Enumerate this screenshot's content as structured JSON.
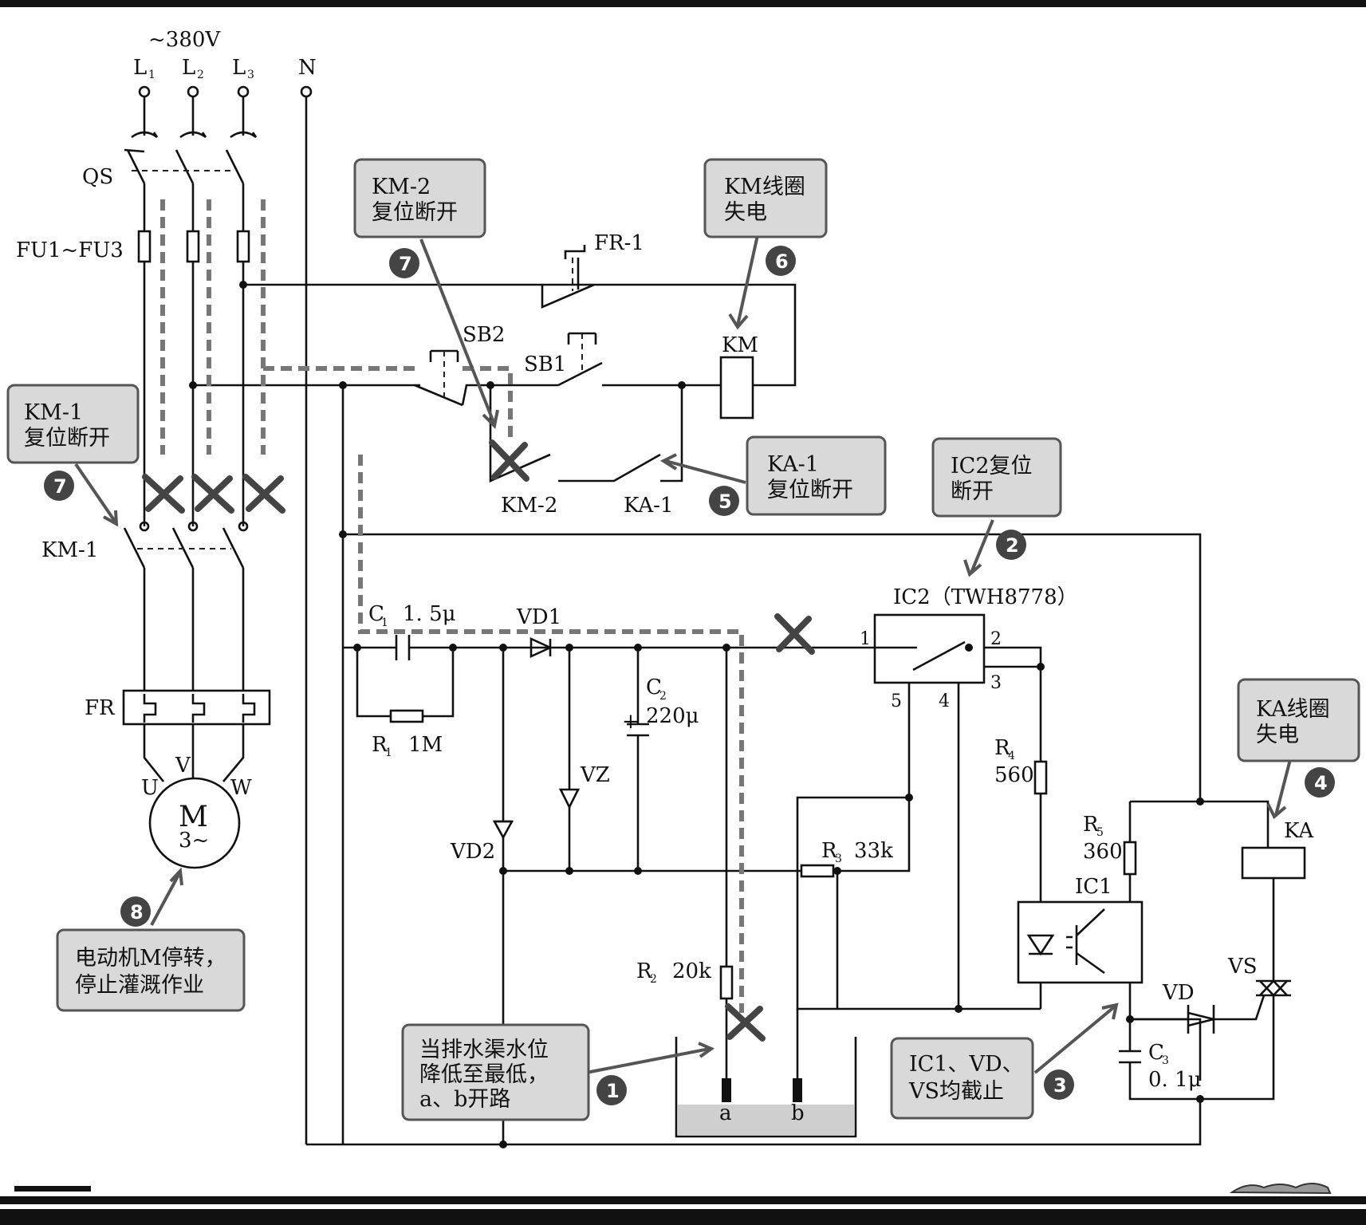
{
  "supply": {
    "voltage": "~380V",
    "l1": "L",
    "l1_sub": "1",
    "l2": "L",
    "l2_sub": "2",
    "l3": "L",
    "l3_sub": "3",
    "n": "N"
  },
  "components": {
    "qs": "QS",
    "fuses": "FU1~FU3",
    "fr": "FR",
    "km1": "KM-1",
    "motor": "M",
    "motor_sub": "3~",
    "u": "U",
    "v": "V",
    "w": "W",
    "fr1": "FR-1",
    "sb2": "SB2",
    "sb1": "SB1",
    "km": "KM",
    "km2": "KM-2",
    "ka1": "KA-1",
    "c1": "C",
    "c1_sub": "1",
    "c1_val": "1. 5μ",
    "r1": "R",
    "r1_sub": "1",
    "r1_val": "1M",
    "vd1": "VD1",
    "vd2": "VD2",
    "vz": "VZ",
    "c2": "C",
    "c2_sub": "2",
    "c2_val": "220μ",
    "plus": "+",
    "ic2": "IC2（TWH8778）",
    "pin1": "1",
    "pin2": "2",
    "pin3": "3",
    "pin4": "4",
    "pin5": "5",
    "r4": "R",
    "r4_sub": "4",
    "r4_val": "560",
    "r3": "R",
    "r3_sub": "3",
    "r3_val": "33k",
    "r2": "R",
    "r2_sub": "2",
    "r2_val": "20k",
    "r5": "R",
    "r5_sub": "5",
    "r5_val": "360",
    "ic1": "IC1",
    "ka": "KA",
    "vd": "VD",
    "vs": "VS",
    "c3": "C",
    "c3_sub": "3",
    "c3_val": "0. 1μ",
    "probe_a": "a",
    "probe_b": "b"
  },
  "callouts": {
    "km2_line1": "KM-2",
    "km2_line2": "复位断开",
    "km_coil_line1": "KM线圈",
    "km_coil_line2": "失电",
    "km1_line1": "KM-1",
    "km1_line2": "复位断开",
    "ka1_line1": "KA-1",
    "ka1_line2": "复位断开",
    "ic2_line1": "IC2复位",
    "ic2_line2": "断开",
    "ka_coil_line1": "KA线圈",
    "ka_coil_line2": "失电",
    "motor_line1": "电动机M停转，",
    "motor_line2": "停止灌溉作业",
    "water_line1": "当排水渠水位",
    "water_line2": "降低至最低，",
    "water_line3": "a、b开路",
    "ic1_line1": "IC1、VD、",
    "ic1_line2": "VS均截止"
  },
  "steps": {
    "s1": "1",
    "s2": "2",
    "s3": "3",
    "s4": "4",
    "s5": "5",
    "s6": "6",
    "s7a": "7",
    "s7b": "7",
    "s8": "8"
  }
}
